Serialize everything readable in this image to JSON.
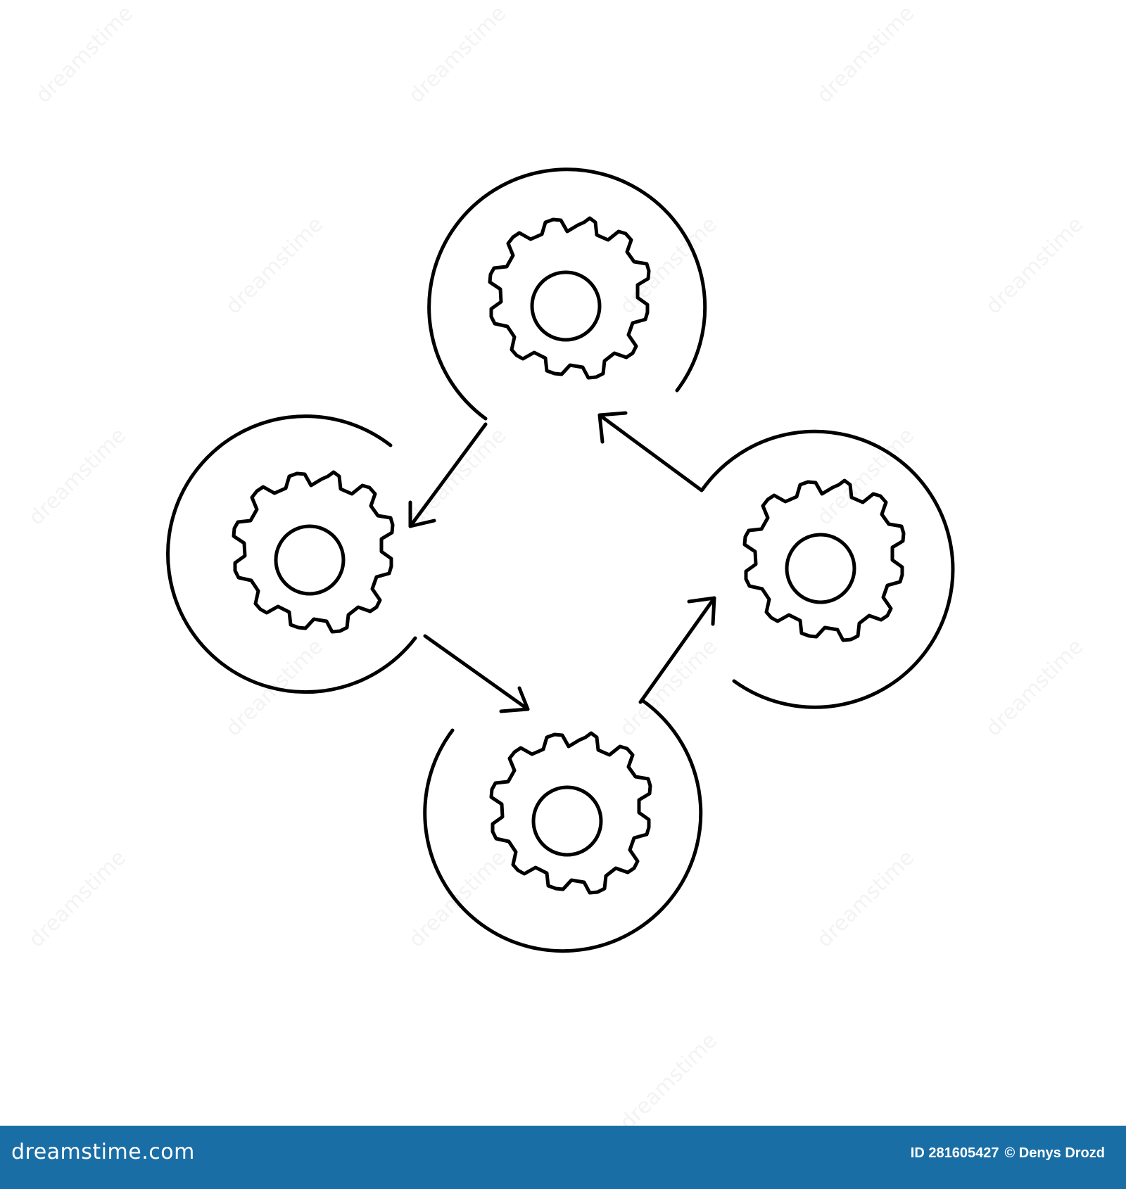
{
  "diagram": {
    "nodes": [
      {
        "position": "top",
        "icon": "gear-icon"
      },
      {
        "position": "left",
        "icon": "gear-icon"
      },
      {
        "position": "bottom",
        "icon": "gear-icon"
      },
      {
        "position": "right",
        "icon": "gear-icon"
      }
    ],
    "flow": [
      "top",
      "left",
      "bottom",
      "right",
      "top"
    ],
    "stroke_color": "#000000",
    "background_color": "#ffffff"
  },
  "footer": {
    "brand": "dreamstime.com",
    "id_text": "ID 281605427",
    "copyright_text": "© Denys Drozd",
    "background_color": "#1a6ea6"
  },
  "watermark": {
    "text": "dreamstime"
  }
}
